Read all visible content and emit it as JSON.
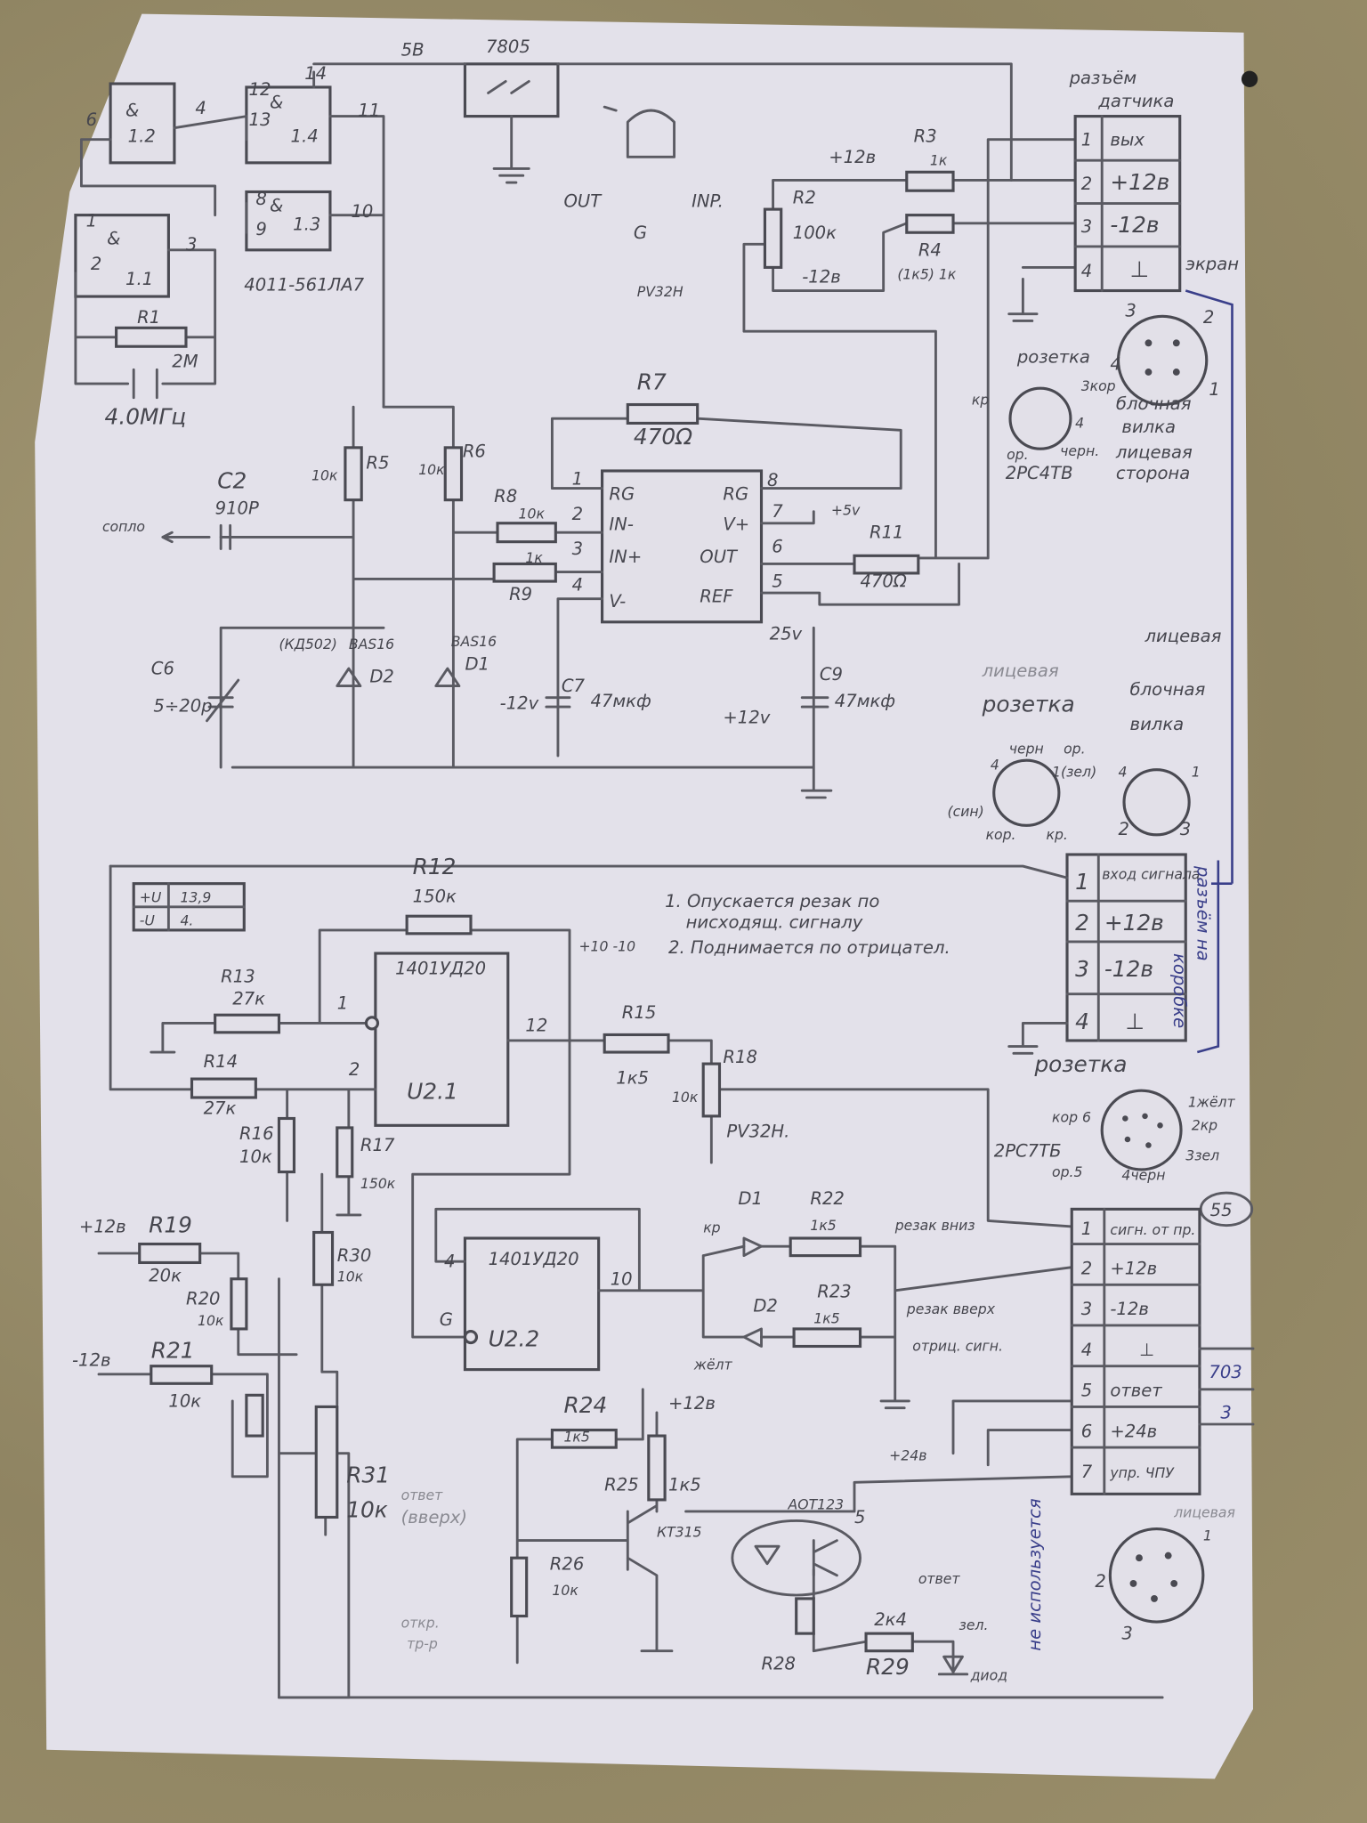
{
  "regulator": {
    "supply": "5В",
    "ic": "7805",
    "out": "OUT",
    "inp": "INP.",
    "gnd": "G"
  },
  "oscillator": {
    "chip": "4011-561ЛА7",
    "gates": [
      "1.1",
      "1.2",
      "1.3",
      "1.4"
    ],
    "gate_symbol": "&",
    "pins": [
      "6",
      "4",
      "12",
      "13",
      "14",
      "11",
      "8",
      "9",
      "10",
      "1",
      "2",
      "3"
    ],
    "r1": "R1",
    "r1_value": "2М",
    "crystal": "4.0МГц"
  },
  "sensor_input": {
    "r2": "R2",
    "r2_value": "100к",
    "pot_type": "PV32H",
    "plus": "+12в",
    "minus": "-12в",
    "r3": "R3",
    "r3_value": "1к",
    "r4": "R4",
    "r4_value": "(1к5) 1к"
  },
  "connector_sensor": {
    "title": [
      "разъём",
      "датчика"
    ],
    "rows": [
      [
        "1",
        "вых"
      ],
      [
        "2",
        "+12в"
      ],
      [
        "3",
        "-12в"
      ],
      [
        "4",
        "⊥"
      ]
    ],
    "shield": "экран",
    "plug_pins": [
      "3",
      "2",
      "4",
      "1"
    ],
    "socket_label": "розетка",
    "socket_type": "2РС4ТВ",
    "socket_pins": [
      "3кор",
      "4",
      "черн.",
      "ор."
    ],
    "plug_label": [
      "блочная",
      "вилка"
    ],
    "front_side": [
      "лицевая",
      "сторона"
    ],
    "kr": "кр"
  },
  "amp1": {
    "r7": "R7",
    "r7_value": "470Ω",
    "pins_left": [
      "1",
      "2",
      "3",
      "4"
    ],
    "pins_right": [
      "8",
      "7",
      "6",
      "5"
    ],
    "names_left": [
      "RG",
      "IN-",
      "IN+",
      "V-"
    ],
    "names_right": [
      "RG",
      "V+",
      "OUT",
      "REF"
    ],
    "r5": "R5",
    "r5_value": "10к",
    "r6": "R6",
    "r6_value": "10к",
    "r8": "R8",
    "r8_value": "10к",
    "r9": "R9",
    "r9_value": "1к",
    "c2": "C2",
    "c2_value": "910P",
    "nozzle": "сопло",
    "r11": "R11",
    "r11_value": "470Ω",
    "plus5": "+5v",
    "v25": "25v",
    "c6": "C6",
    "c6_value": "5÷20p",
    "d2_alt": "(КД502)",
    "d2_type": "BAS16",
    "d2": "D2",
    "d1_type": "BAS16",
    "d1": "D1",
    "c7": "C7",
    "c7_value": "47мкф",
    "minus12": "-12v",
    "c9": "C9",
    "c9_value": "47мкф",
    "plus12": "+12v"
  },
  "connector_front": {
    "socket_label": [
      "лицевая",
      "розетка"
    ],
    "plug_label": [
      "лицевая",
      "блочная",
      "вилка"
    ],
    "socket_pins": [
      "4",
      "черн",
      "ор.",
      "1(зел)",
      "(син)",
      "кор.",
      "кр."
    ],
    "plug_pins": [
      "4",
      "1",
      "2",
      "3"
    ]
  },
  "supply_table": [
    [
      "+U",
      "13,9"
    ],
    [
      "-U",
      "4."
    ]
  ],
  "notes": [
    "1. Опускается резак по",
    "нисходящ. сигналу",
    "2. Поднимается по отрицател."
  ],
  "connector_box": {
    "title": [
      "разъём на",
      "коробке"
    ],
    "rows": [
      [
        "1",
        "вход сигнала"
      ],
      [
        "2",
        "+12в"
      ],
      [
        "3",
        "-12в"
      ],
      [
        "4",
        "⊥"
      ]
    ]
  },
  "amp2": {
    "r12": "R12",
    "r12_value": "150к",
    "ic": "1401УД20",
    "r13": "R13",
    "r13_value": "27к",
    "r14": "R14",
    "r14_value": "27к",
    "pin1": "1",
    "pin2": "2",
    "pin12": "12",
    "unit": "U2.1",
    "r15": "R15",
    "r15_value": "1к5",
    "r18": "R18",
    "r18_value": "10к",
    "pot_type": "PV32H.",
    "r16": "R16",
    "r16_value": "10к",
    "r17": "R17",
    "r17_value": "150к",
    "supply_mark": "+10 -10"
  },
  "offset": {
    "plus": "+12в",
    "r19": "R19",
    "r19_value": "20к",
    "r20": "R20",
    "r20_value": "10к",
    "minus": "-12в",
    "r21": "R21",
    "r21_value": "10к",
    "r30": "R30",
    "r30_value": "10к",
    "r31": "R31",
    "r31_value": "10к"
  },
  "comparator": {
    "ic": "1401УД20",
    "unit": "U2.2",
    "pin4": "4",
    "pinG": "G",
    "pin10": "10",
    "d1": "D1",
    "d1_color": "кр",
    "r22": "R22",
    "r22_value": "1к5",
    "d2": "D2",
    "d2_color": "жёлт",
    "r23": "R23",
    "r23_value": "1к5",
    "down": "резак вниз",
    "up": "резак вверх",
    "neg": "отриц. сигн."
  },
  "output_stage": {
    "r24": "R24",
    "r24_value": "1к5",
    "plus12": "+12в",
    "r25": "R25",
    "r25_value": "1к5",
    "r26": "R26",
    "r26_value": "10к",
    "transistor": "КТ315",
    "optocoupler": "АОТ123",
    "plus24": "+24в",
    "pin5": "5",
    "r28": "R28",
    "r29": "R29",
    "r29_value": "2к4",
    "answer": "ответ",
    "green": "зел.",
    "diode": "диод",
    "side_note": [
      "ответ",
      "(вверх)",
      "откр.",
      "тр-р"
    ],
    "unused": "не используется"
  },
  "connector_cnc": {
    "badge": "55",
    "rows": [
      [
        "1",
        "сигн. от пр."
      ],
      [
        "2",
        "+12в"
      ],
      [
        "3",
        "-12в"
      ],
      [
        "4",
        "⊥"
      ],
      [
        "5",
        "ответ"
      ],
      [
        "6",
        "+24в"
      ],
      [
        "7",
        "упр. ЧПУ"
      ]
    ],
    "side": [
      "703",
      "3"
    ],
    "socket_label": "розетка",
    "socket_type": "2РС7ТБ",
    "socket_pins": [
      "кор 6",
      "1жёлт",
      "2кр",
      "3зел",
      "4черн",
      "ор.5"
    ],
    "front_pins": [
      "1",
      "2",
      "3"
    ],
    "front_label": "лицевая"
  }
}
